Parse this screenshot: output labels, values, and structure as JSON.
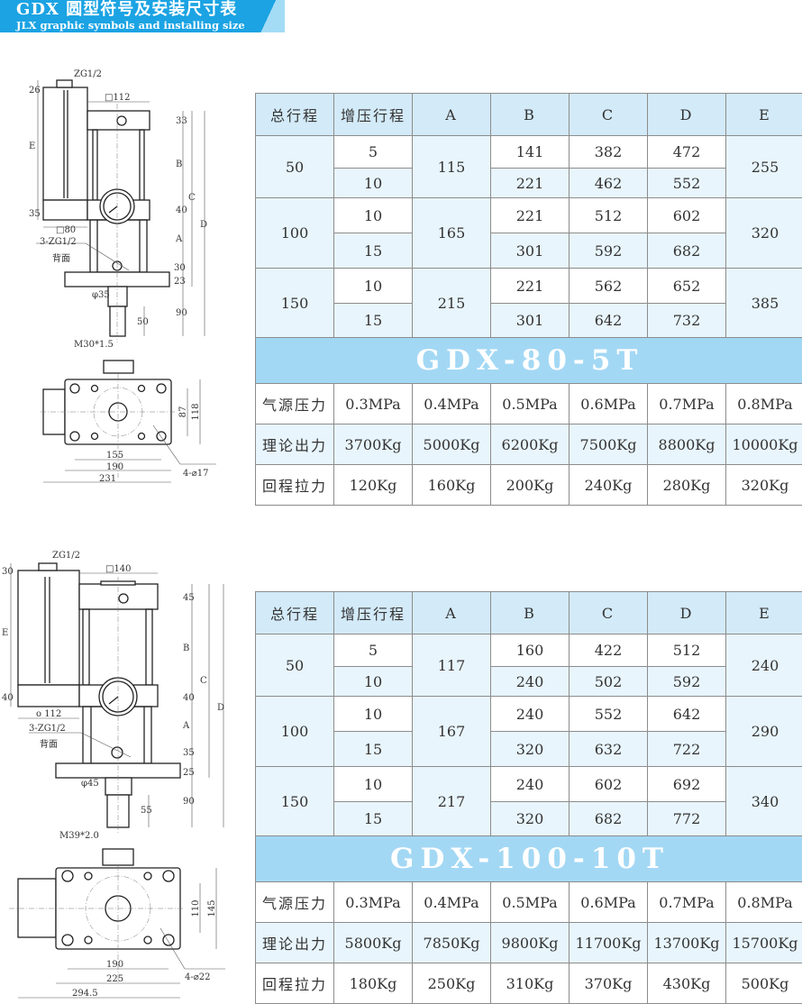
{
  "header": {
    "title": "GDX 圆型符号及安装尺寸表",
    "subtitle": "JLX graphic symbols and installing size"
  },
  "drawing1": {
    "port_top": "ZG1/2",
    "dim_26": "26",
    "dim_E": "E",
    "dim_35": "35",
    "sq112": "□112",
    "sq80": "□80",
    "dim_33": "33",
    "dim_B": "B",
    "dim_40": "40",
    "dim_A": "A",
    "dim_30": "30",
    "dim_23": "23",
    "dim_90": "90",
    "dim_50": "50",
    "dim_C": "C",
    "dim_D": "D",
    "ports": "3-ZG1/2",
    "back": "背面",
    "rod_dia": "φ35",
    "thread": "M30*1.5",
    "dim_87": "87",
    "dim_118": "118",
    "dim_155": "155",
    "dim_190": "190",
    "dim_231": "231",
    "holes": "4-⌀17"
  },
  "drawing2": {
    "port_top": "ZG1/2",
    "dim_30": "30",
    "dim_E": "E",
    "dim_40l": "40",
    "sq140": "□140",
    "dia112": "o 112",
    "dim_45": "45",
    "dim_B": "B",
    "dim_40": "40",
    "dim_A": "A",
    "dim_35": "35",
    "dim_25": "25",
    "dim_90": "90",
    "dim_55": "55",
    "dim_C": "C",
    "dim_D": "D",
    "ports": "3-ZG1/2",
    "back": "背面",
    "rod_dia": "φ45",
    "thread": "M39*2.0",
    "dim_110": "110",
    "dim_145": "145",
    "dim_190": "190",
    "dim_225": "225",
    "dim_2945": "294.5",
    "holes": "4-⌀22"
  },
  "tables": [
    {
      "headers": [
        "总行程",
        "增压行程",
        "A",
        "B",
        "C",
        "D",
        "E"
      ],
      "groups": [
        {
          "total": "50",
          "A": "115",
          "E": "255",
          "rows": [
            {
              "boost": "5",
              "B": "141",
              "C": "382",
              "D": "472"
            },
            {
              "boost": "10",
              "B": "221",
              "C": "462",
              "D": "552"
            }
          ]
        },
        {
          "total": "100",
          "A": "165",
          "E": "320",
          "rows": [
            {
              "boost": "10",
              "B": "221",
              "C": "512",
              "D": "602"
            },
            {
              "boost": "15",
              "B": "301",
              "C": "592",
              "D": "682"
            }
          ]
        },
        {
          "total": "150",
          "A": "215",
          "E": "385",
          "rows": [
            {
              "boost": "10",
              "B": "221",
              "C": "562",
              "D": "652"
            },
            {
              "boost": "15",
              "B": "301",
              "C": "642",
              "D": "732"
            }
          ]
        }
      ],
      "model": "GDX-80-5T",
      "perf": [
        {
          "label": "气源压力",
          "values": [
            "0.3MPa",
            "0.4MPa",
            "0.5MPa",
            "0.6MPa",
            "0.7MPa",
            "0.8MPa"
          ]
        },
        {
          "label": "理论出力",
          "values": [
            "3700Kg",
            "5000Kg",
            "6200Kg",
            "7500Kg",
            "8800Kg",
            "10000Kg"
          ]
        },
        {
          "label": "回程拉力",
          "values": [
            "120Kg",
            "160Kg",
            "200Kg",
            "240Kg",
            "280Kg",
            "320Kg"
          ]
        }
      ]
    },
    {
      "headers": [
        "总行程",
        "增压行程",
        "A",
        "B",
        "C",
        "D",
        "E"
      ],
      "groups": [
        {
          "total": "50",
          "A": "117",
          "E": "240",
          "rows": [
            {
              "boost": "5",
              "B": "160",
              "C": "422",
              "D": "512"
            },
            {
              "boost": "10",
              "B": "240",
              "C": "502",
              "D": "592"
            }
          ]
        },
        {
          "total": "100",
          "A": "167",
          "E": "290",
          "rows": [
            {
              "boost": "10",
              "B": "240",
              "C": "552",
              "D": "642"
            },
            {
              "boost": "15",
              "B": "320",
              "C": "632",
              "D": "722"
            }
          ]
        },
        {
          "total": "150",
          "A": "217",
          "E": "340",
          "rows": [
            {
              "boost": "10",
              "B": "240",
              "C": "602",
              "D": "692"
            },
            {
              "boost": "15",
              "B": "320",
              "C": "682",
              "D": "772"
            }
          ]
        }
      ],
      "model": "GDX-100-10T",
      "perf": [
        {
          "label": "气源压力",
          "values": [
            "0.3MPa",
            "0.4MPa",
            "0.5MPa",
            "0.6MPa",
            "0.7MPa",
            "0.8MPa"
          ]
        },
        {
          "label": "理论出力",
          "values": [
            "5800Kg",
            "7850Kg",
            "9800Kg",
            "11700Kg",
            "13700Kg",
            "15700Kg"
          ]
        },
        {
          "label": "回程拉力",
          "values": [
            "180Kg",
            "250Kg",
            "310Kg",
            "370Kg",
            "430Kg",
            "500Kg"
          ]
        }
      ]
    }
  ]
}
